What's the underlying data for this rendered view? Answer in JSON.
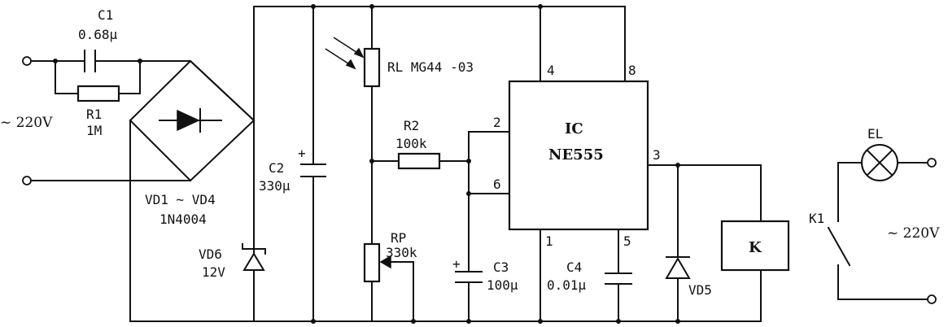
{
  "labels": {
    "c1_name": "C1",
    "c1_value": "0.68μ",
    "r1_name": "R1",
    "r1_value": "1M",
    "ac_input": "~ 220V",
    "bridge_name": "VD1 ~ VD4",
    "bridge_part": "1N4004",
    "vd6_name": "VD6",
    "vd6_value": "12V",
    "c2_name": "C2",
    "c2_value": "330μ",
    "rl_label": "RL  MG44 -03",
    "r2_name": "R2",
    "r2_value": "100k",
    "rp_name": "RP",
    "rp_value": "330k",
    "c3_name": "C3",
    "c3_value": "100μ",
    "ic_name": "IC",
    "ic_part": "NE555",
    "pin_4": "4",
    "pin_8": "8",
    "pin_2": "2",
    "pin_6": "6",
    "pin_3": "3",
    "pin_1": "1",
    "pin_5": "5",
    "c4_name": "C4",
    "c4_value": "0.01μ",
    "vd5_name": "VD5",
    "relay_name": "K",
    "el_name": "EL",
    "k1_name": "K1",
    "ac_output": "~ 220V",
    "plus": "+"
  }
}
